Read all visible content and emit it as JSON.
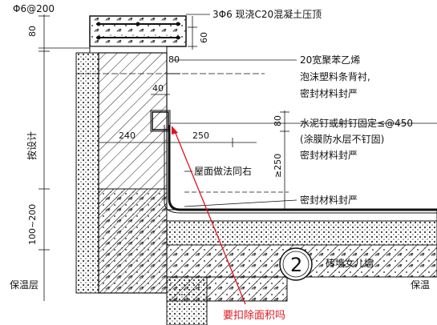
{
  "labels": {
    "rebar_top_left": "Φ6@200",
    "coping": "3Φ6 现浇C20混凝土压顶",
    "backer_1": "20宽聚苯乙烯",
    "backer_2": "泡沫塑料条背衬,",
    "seal_1": "密封材料封严",
    "nail_1": "水泥钉或射钉固定≤@450",
    "nail_2": "(涂膜防水层不钉固)",
    "seal_2": "密封材料封严",
    "roof_same": "屋面做法同右",
    "seal_3": "密封材料封严",
    "insulation_left": "保温层",
    "insulation_right": "保温",
    "by_design": "按设计",
    "parapet_title": "砖墙女儿墙",
    "detail_no": "2",
    "question": "要扣除面积吗"
  },
  "dims": {
    "d80_top": "80",
    "d60": "60",
    "d80_mid": "80",
    "d40": "40",
    "d80_right": "80",
    "d240": "240",
    "d250_h": "250",
    "d250_v": "≥250",
    "d100_200": "100~200"
  },
  "colors": {
    "line": "#111111",
    "annotation": "#e0141e"
  }
}
